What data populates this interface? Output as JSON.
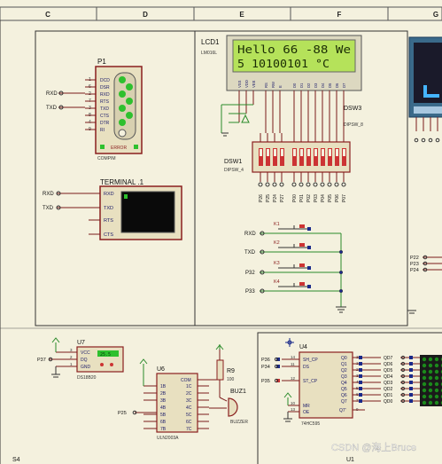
{
  "columns": [
    "C",
    "D",
    "E",
    "F",
    "G"
  ],
  "p1": {
    "ref": "P1",
    "pins": [
      "DCD",
      "DSR",
      "RXD",
      "RTS",
      "TXD",
      "CTS",
      "DTR",
      "RI"
    ],
    "pin_numbers": [
      "1",
      "6",
      "2",
      "7",
      "3",
      "8",
      "4",
      "9"
    ],
    "error_label": "ERROR",
    "part": "COMPIM",
    "net_rxd": "RXD",
    "net_txd": "TXD"
  },
  "terminal": {
    "ref": "TERMINAL .1",
    "pins": [
      "RXD",
      "TXD",
      "RTS",
      "CTS"
    ],
    "net_rxd": "RXD",
    "net_txd": "TXD"
  },
  "lcd": {
    "ref": "LCD1",
    "part": "LM016L",
    "line1": "Hello 66 -88 We",
    "line2": "5 10100101 °C",
    "pins": [
      "VSS",
      "VDD",
      "VEE",
      "RS",
      "RW",
      "E",
      "D0",
      "D1",
      "D2",
      "D3",
      "D4",
      "D5",
      "D6",
      "D7"
    ]
  },
  "dsw1": {
    "ref": "DSW1",
    "part": "DIPSW_4",
    "nets": [
      "P26",
      "P25",
      "P24",
      "P27"
    ]
  },
  "dsw3": {
    "ref": "DSW3",
    "part": "DIPSW_8",
    "nets": [
      "P00",
      "P01",
      "P02",
      "P03",
      "P04",
      "P05",
      "P06",
      "P07"
    ]
  },
  "keys": [
    {
      "ref": "K1",
      "net": "RXD"
    },
    {
      "ref": "K2",
      "net": "TXD"
    },
    {
      "ref": "K3",
      "net": "P32"
    },
    {
      "ref": "K4",
      "net": "P33"
    }
  ],
  "right_nets": [
    "P22",
    "P23",
    "P24"
  ],
  "u7": {
    "ref": "U7",
    "pins": [
      "VCC",
      "DQ",
      "GND"
    ],
    "pin_numbers": [
      "3",
      "2",
      "1"
    ],
    "part": "DS18B20",
    "net": "P37",
    "readout": "25.5"
  },
  "u6": {
    "ref": "U6",
    "inputs": [
      "1B",
      "2B",
      "3B",
      "4B",
      "5B",
      "6B",
      "7B"
    ],
    "outputs": [
      "1C",
      "2C",
      "3C",
      "4C",
      "5C",
      "6C",
      "7C"
    ],
    "com": "COM",
    "part": "ULN2003A",
    "net": "P25"
  },
  "r9": {
    "ref": "R9",
    "value": "100"
  },
  "buz1": {
    "ref": "BUZ1",
    "part": "BUZZER"
  },
  "u4": {
    "ref": "U4",
    "left_pins": [
      "SH_CP",
      "DS",
      "ST_CP",
      "MR",
      "OE"
    ],
    "left_pin_numbers": [
      "14",
      "11",
      "12",
      "10",
      "13"
    ],
    "left_nets": [
      "P36",
      "P34",
      "P35"
    ],
    "right_pins": [
      "Q0",
      "Q1",
      "Q2",
      "Q3",
      "Q4",
      "Q5",
      "Q6",
      "Q7",
      "Q7'"
    ],
    "right_pin_numbers": [
      "15",
      "1",
      "2",
      "3",
      "4",
      "5",
      "6",
      "7",
      "9"
    ],
    "part": "74HC595",
    "outputs": [
      "QD7",
      "QD6",
      "QD5",
      "QD4",
      "QD3",
      "QD2",
      "QD1",
      "QD0"
    ]
  },
  "u1": {
    "ref": "U1"
  },
  "s4": {
    "ref": "S4"
  },
  "watermark": "CSDN @海上Bruce"
}
